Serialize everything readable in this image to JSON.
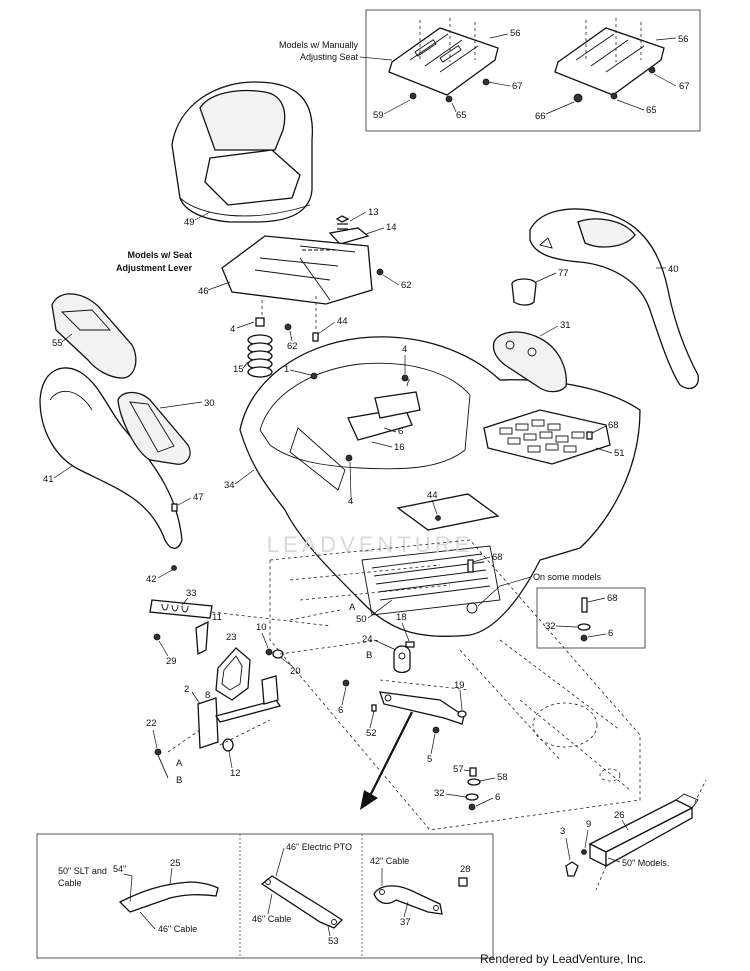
{
  "notes": {
    "manual_seat": [
      "Models w/ Manually",
      "Adjusting Seat"
    ],
    "seat_lever": [
      "Models w/ Seat",
      "Adjustment Lever"
    ],
    "on_some_models": "On some models",
    "models_50": "50\" Models.",
    "slt_cable": [
      "50\" SLT and",
      "Cable"
    ],
    "size_54": "54\"",
    "cable_46_a": "46\" Cable",
    "electric_pto_46": "46\" Electric PTO",
    "cable_46_b": "46\" Cable",
    "cable_42": "42\" Cable"
  },
  "callouts": {
    "c56a": "56",
    "c67a": "67",
    "c59": "59",
    "c65a": "65",
    "c56b": "56",
    "c67b": "67",
    "c66": "66",
    "c65b": "65",
    "c49": "49",
    "c13": "13",
    "c14": "14",
    "c46": "46",
    "c62a": "62",
    "c4a": "4",
    "c62b": "62",
    "c44a": "44",
    "c15": "15",
    "c55": "55",
    "c1": "1",
    "c4b": "4",
    "c7": "7",
    "c30": "30",
    "c41": "41",
    "c6a": "6",
    "c16": "16",
    "c34": "34",
    "c4c": "4",
    "c47": "47",
    "c42": "42",
    "c40": "40",
    "c77": "77",
    "c31": "31",
    "c68a": "68",
    "c51": "51",
    "c44b": "44",
    "c68b": "68",
    "c50": "50",
    "cA1": "A",
    "c33": "33",
    "c11": "11",
    "c10": "10",
    "c23": "23",
    "c29": "29",
    "c20": "20",
    "cB1": "B",
    "c24": "24",
    "c18": "18",
    "c68c": "68",
    "c32a": "32",
    "c6b": "6",
    "c2": "2",
    "c8": "8",
    "c19": "19",
    "c6c": "6",
    "c22": "22",
    "c52": "52",
    "c5": "5",
    "cA2": "A",
    "cB2": "B",
    "c12": "12",
    "c57": "57",
    "c58": "58",
    "c32b": "32",
    "c6d": "6",
    "c3": "3",
    "c9": "9",
    "c26": "26",
    "c25": "25",
    "c37": "37",
    "c28": "28",
    "c53": "53"
  },
  "footer": {
    "credit": "Rendered by LeadVenture, Inc."
  },
  "colors": {
    "ink": "#111111",
    "paper": "#ffffff",
    "watermark": "#d9d9d9"
  }
}
